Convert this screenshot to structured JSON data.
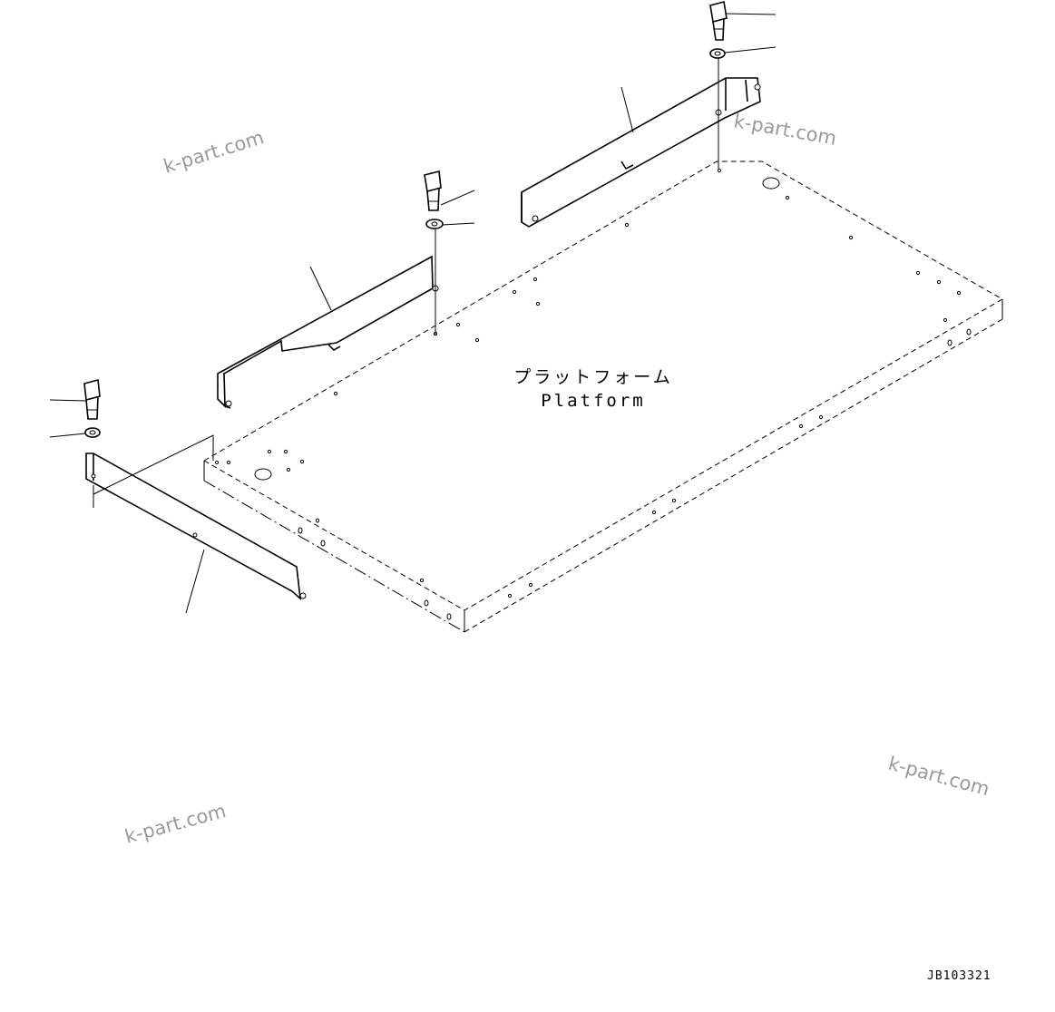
{
  "diagram": {
    "label_jp": "プラットフォーム",
    "label_en": "Platform",
    "drawing_code": "JB103321"
  },
  "watermarks": [
    "k-part.com",
    "k-part.com",
    "k-part.com",
    "k-part.com"
  ]
}
